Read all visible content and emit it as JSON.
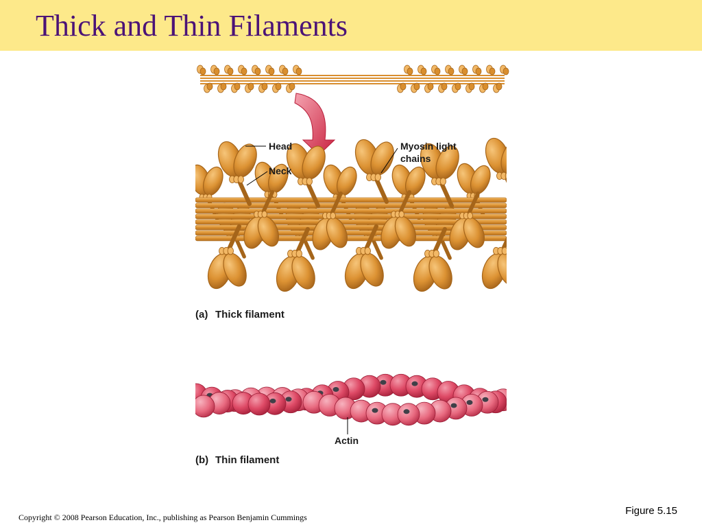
{
  "slide": {
    "title": "Thick and Thin Filaments"
  },
  "figure": {
    "thick": {
      "head_label": "Head",
      "neck_label": "Neck",
      "light_chains_line1": "Myosin light",
      "light_chains_line2": "chains",
      "panel_letter": "(a)",
      "panel_caption": "Thick filament"
    },
    "thin": {
      "actin_label": "Actin",
      "panel_letter": "(b)",
      "panel_caption": "Thin filament"
    },
    "colors": {
      "myosin": "#d98e2e",
      "myosin_light": "#f2b866",
      "myosin_dark": "#a5651a",
      "actin": "#d93a58",
      "actin_light": "#ef7d92",
      "actin_dot": "#404048",
      "arrow": "#d1344d"
    },
    "figure_number": "Figure 5.15"
  },
  "footer": {
    "copyright": "Copyright © 2008 Pearson Education, Inc., publishing as Pearson Benjamin Cummings"
  }
}
